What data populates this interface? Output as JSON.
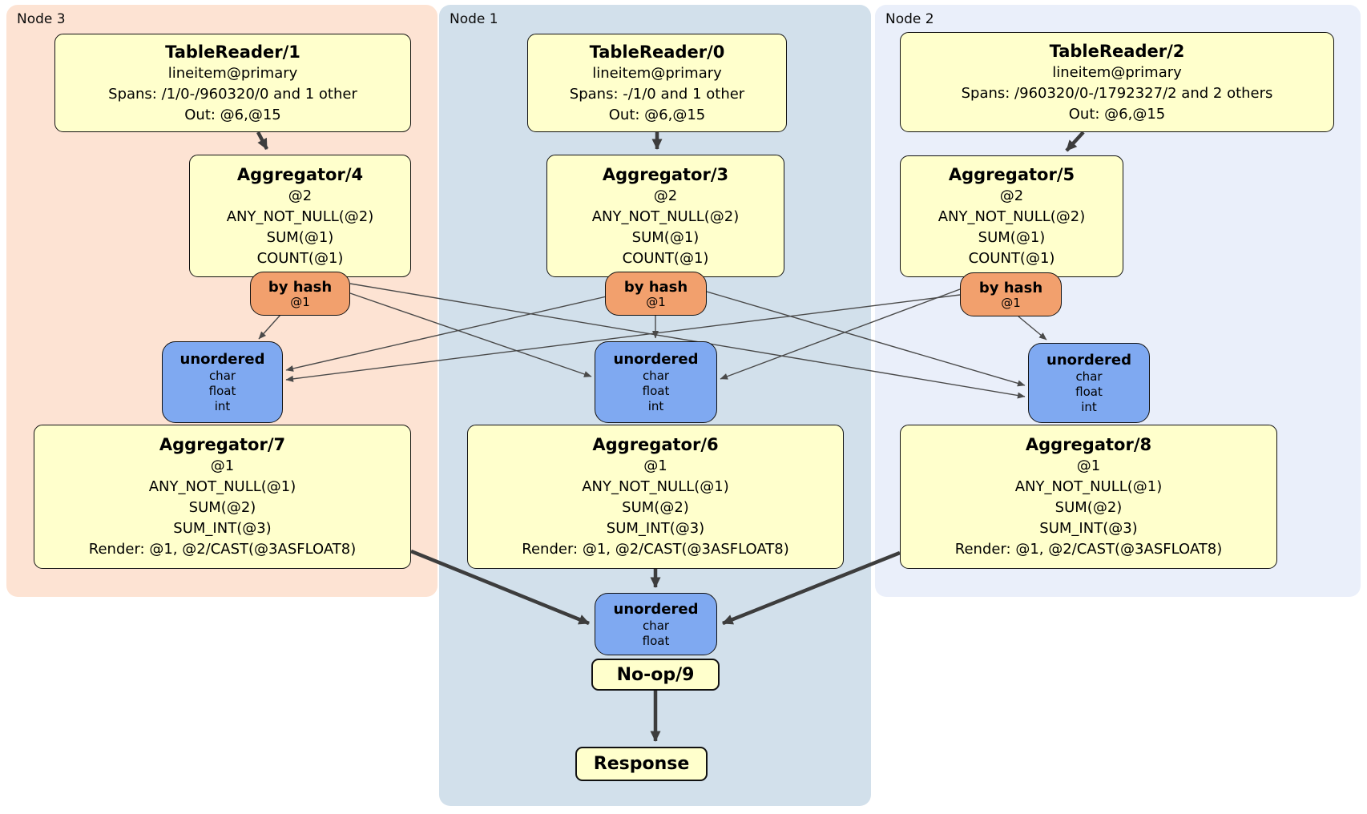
{
  "diagram_type": "distributed-sql-query-plan-flow",
  "nodes": {
    "node3": {
      "label": "Node 3"
    },
    "node1": {
      "label": "Node 1"
    },
    "node2": {
      "label": "Node 2"
    }
  },
  "boxes": {
    "tr1": {
      "title": "TableReader/1",
      "lines": [
        "lineitem@primary",
        "Spans: /1/0-/960320/0 and 1 other",
        "Out: @6,@15"
      ]
    },
    "tr0": {
      "title": "TableReader/0",
      "lines": [
        "lineitem@primary",
        "Spans: -/1/0 and 1 other",
        "Out: @6,@15"
      ]
    },
    "tr2": {
      "title": "TableReader/2",
      "lines": [
        "lineitem@primary",
        "Spans: /960320/0-/1792327/2 and 2 others",
        "Out: @6,@15"
      ]
    },
    "agg4": {
      "title": "Aggregator/4",
      "lines": [
        "@2",
        "ANY_NOT_NULL(@2)",
        "SUM(@1)",
        "COUNT(@1)"
      ]
    },
    "agg3": {
      "title": "Aggregator/3",
      "lines": [
        "@2",
        "ANY_NOT_NULL(@2)",
        "SUM(@1)",
        "COUNT(@1)"
      ]
    },
    "agg5": {
      "title": "Aggregator/5",
      "lines": [
        "@2",
        "ANY_NOT_NULL(@2)",
        "SUM(@1)",
        "COUNT(@1)"
      ]
    },
    "agg7": {
      "title": "Aggregator/7",
      "lines": [
        "@1",
        "ANY_NOT_NULL(@1)",
        "SUM(@2)",
        "SUM_INT(@3)",
        "Render: @1, @2/CAST(@3ASFLOAT8)"
      ]
    },
    "agg6": {
      "title": "Aggregator/6",
      "lines": [
        "@1",
        "ANY_NOT_NULL(@1)",
        "SUM(@2)",
        "SUM_INT(@3)",
        "Render: @1, @2/CAST(@3ASFLOAT8)"
      ]
    },
    "agg8": {
      "title": "Aggregator/8",
      "lines": [
        "@1",
        "ANY_NOT_NULL(@1)",
        "SUM(@2)",
        "SUM_INT(@3)",
        "Render: @1, @2/CAST(@3ASFLOAT8)"
      ]
    },
    "noop": {
      "title": "No-op/9"
    },
    "response": {
      "title": "Response"
    }
  },
  "routers": {
    "hash_l": {
      "title": "by hash",
      "sub": "@1"
    },
    "hash_m": {
      "title": "by hash",
      "sub": "@1"
    },
    "hash_r": {
      "title": "by hash",
      "sub": "@1"
    }
  },
  "synchronizers": {
    "sync_l": {
      "title": "unordered",
      "items": [
        "char",
        "float",
        "int"
      ]
    },
    "sync_m": {
      "title": "unordered",
      "items": [
        "char",
        "float",
        "int"
      ]
    },
    "sync_r": {
      "title": "unordered",
      "items": [
        "char",
        "float",
        "int"
      ]
    },
    "sync_f": {
      "title": "unordered",
      "items": [
        "char",
        "float"
      ]
    }
  },
  "colors": {
    "node3_bg": "#fde3d3",
    "node1_bg": "#d2e0eb",
    "node2_bg": "#eaeffa",
    "processor_fill": "#ffffcc",
    "router_fill": "#f2a06d",
    "sync_fill": "#7fa9f1",
    "border": "#111111",
    "edge_thick": "#3d3d3d",
    "edge_thin": "#4a4a4a"
  }
}
